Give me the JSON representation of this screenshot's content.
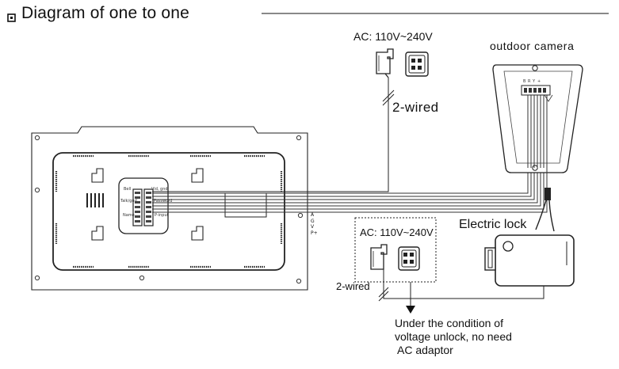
{
  "title": "Diagram of one to one",
  "power_supply_top": {
    "label": "AC: 110V~240V",
    "wire_label": "2-wired"
  },
  "outdoor_camera": {
    "label": "outdoor camera"
  },
  "electric_lock": {
    "label": "Electric lock"
  },
  "power_supply_bottom": {
    "label": "AC: 110V~240V",
    "wire_label": "2-wired"
  },
  "note": {
    "line1": "Under the condition of",
    "line2": "voltage unlock, no need",
    "line3": "AC adaptor"
  },
  "monitor_terminals": [
    "A",
    "G",
    "V",
    "P+"
  ],
  "connector_labels": {
    "left_top": "Bell",
    "left_mid": "Talk/gnd",
    "left_bot": "Name",
    "right_top": "Vid, gnd",
    "right_mid": "Password",
    "right_bot": "P-input"
  },
  "camera_terminal_labels": [
    "B",
    "R",
    "Y",
    "+"
  ]
}
